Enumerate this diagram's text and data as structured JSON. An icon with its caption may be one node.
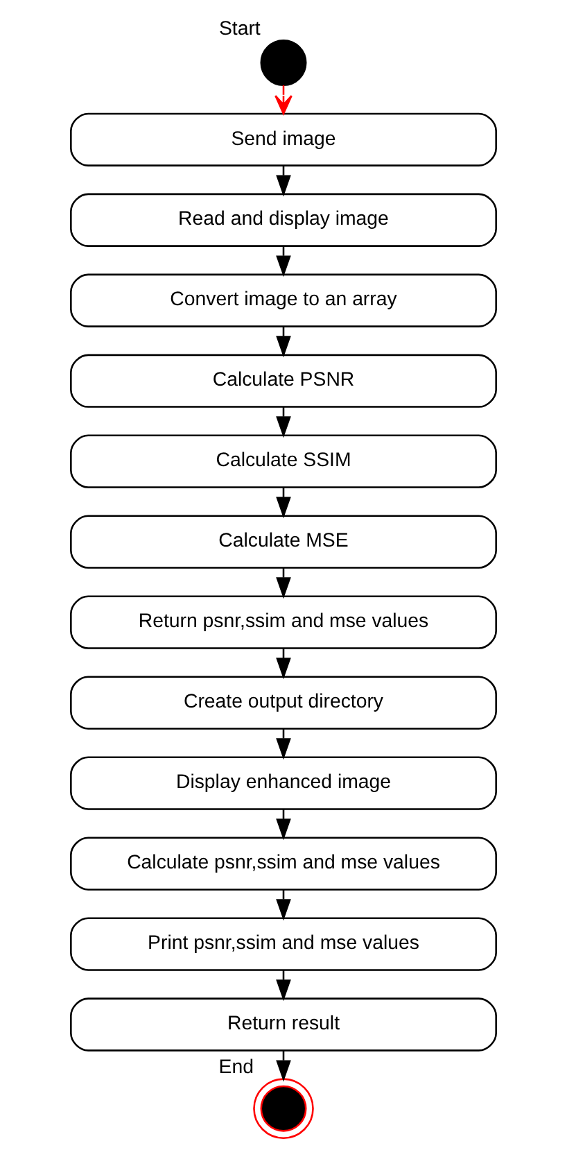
{
  "diagram": {
    "nodes": [
      {
        "text": [],
        "shape": "circle",
        "beside": [
          "Start"
        ]
      },
      {
        "text": [
          "Send image"
        ]
      },
      {
        "text": [
          "Read and display image"
        ]
      },
      {
        "text": [
          "Convert image to an array"
        ]
      },
      {
        "text": [
          "Calculate PSNR"
        ]
      },
      {
        "text": [
          "Calculate SSIM"
        ]
      },
      {
        "text": [
          "Calculate MSE"
        ]
      },
      {
        "text": [
          "Return psnr,ssim and mse values"
        ]
      },
      {
        "text": [
          "Create output directory"
        ]
      },
      {
        "text": [
          "Display enhanced image"
        ]
      },
      {
        "text": [
          "Calculate psnr,ssim and mse values"
        ]
      },
      {
        "text": [
          "Print psnr,ssim and mse values"
        ]
      },
      {
        "text": [
          "Return result"
        ]
      },
      {
        "text": [],
        "shape": "circle",
        "beside": [
          "End"
        ]
      }
    ],
    "edges": [
      {
        "from": 0,
        "to": 1,
        "arrow": "to",
        "color": "#ff0000"
      },
      {
        "from": 1,
        "to": 2,
        "arrow": "to"
      },
      {
        "from": 2,
        "to": 3,
        "arrow": "to"
      },
      {
        "from": 3,
        "to": 4,
        "arrow": "to"
      },
      {
        "from": 4,
        "to": 5,
        "arrow": "to"
      },
      {
        "from": 5,
        "to": 6,
        "arrow": "to"
      },
      {
        "from": 6,
        "to": 7,
        "arrow": "to"
      },
      {
        "from": 7,
        "to": 8,
        "arrow": "to"
      },
      {
        "from": 8,
        "to": 9,
        "arrow": "to"
      },
      {
        "from": 9,
        "to": 10,
        "arrow": "to"
      },
      {
        "from": 10,
        "to": 11,
        "arrow": "to"
      },
      {
        "from": 11,
        "to": 12,
        "arrow": "to"
      },
      {
        "from": 12,
        "to": 13,
        "arrow": "to"
      }
    ]
  }
}
